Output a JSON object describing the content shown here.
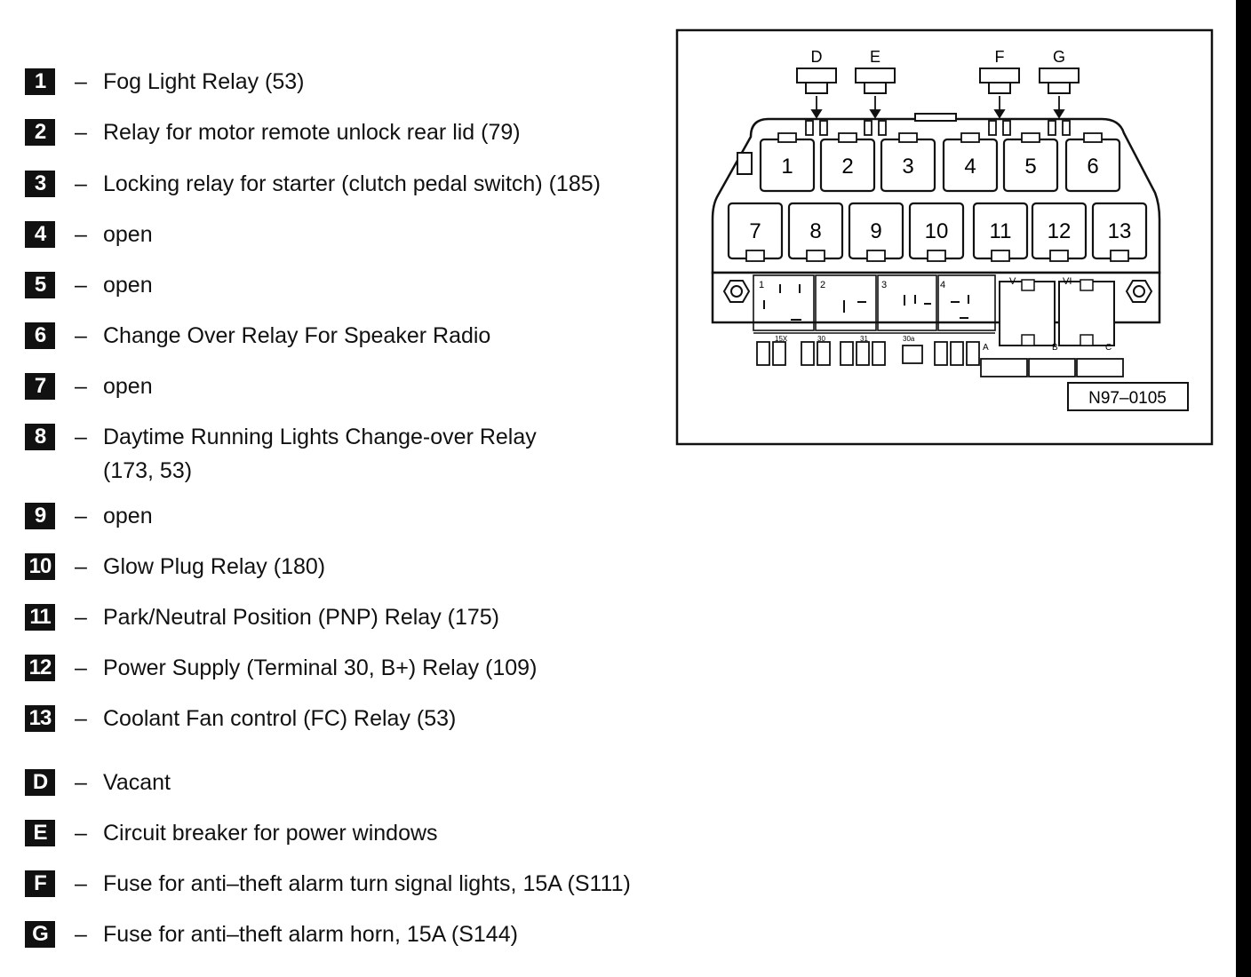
{
  "legend": [
    {
      "key": "1",
      "text": "Fog Light Relay (53)"
    },
    {
      "key": "2",
      "text": "Relay for motor remote unlock rear lid (79)"
    },
    {
      "key": "3",
      "text": "Locking relay for starter (clutch pedal switch) (185)"
    },
    {
      "key": "4",
      "text": "open"
    },
    {
      "key": "5",
      "text": "open"
    },
    {
      "key": "6",
      "text": "Change Over  Relay For Speaker Radio"
    },
    {
      "key": "7",
      "text": "open"
    },
    {
      "key": "8",
      "text": "Daytime Running Lights Change-over Relay",
      "text2": "(173, 53)"
    },
    {
      "key": "9",
      "text": "open"
    },
    {
      "key": "10",
      "text": "Glow Plug Relay (180)"
    },
    {
      "key": "11",
      "text": "Park/Neutral Position (PNP) Relay (175)"
    },
    {
      "key": "12",
      "text": "Power Supply (Terminal 30, B+) Relay (109)"
    },
    {
      "key": "13",
      "text": "Coolant Fan control (FC) Relay (53)"
    },
    {
      "key": "D",
      "text": "Vacant"
    },
    {
      "key": "E",
      "text": "Circuit breaker for power windows"
    },
    {
      "key": "F",
      "text": "Fuse for anti–theft alarm turn signal lights, 15A (S111)"
    },
    {
      "key": "G",
      "text": "Fuse for anti–theft alarm horn, 15A (S144)"
    }
  ],
  "dash": "–",
  "diagram": {
    "fuse_labels": [
      "D",
      "E",
      "F",
      "G"
    ],
    "relay_numbers": [
      "1",
      "2",
      "3",
      "4",
      "5",
      "6",
      "7",
      "8",
      "9",
      "10",
      "11",
      "12",
      "13"
    ],
    "slot_labels": [
      "1",
      "2",
      "3",
      "4",
      "V",
      "VI"
    ],
    "bottom_labels": [
      "15X",
      "30",
      "31",
      "30a",
      "A",
      "B",
      "C"
    ],
    "reference_code": "N97–0105"
  }
}
